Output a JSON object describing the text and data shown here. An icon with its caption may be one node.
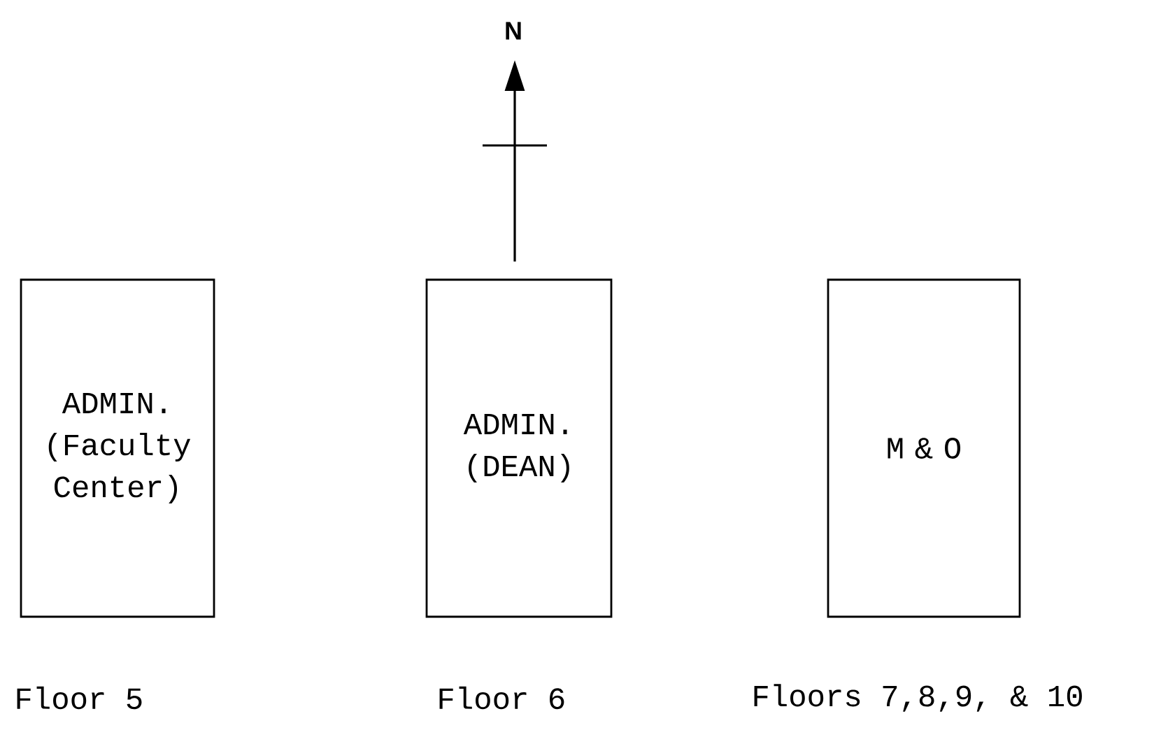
{
  "diagram": {
    "nodes": [
      {
        "text": [
          "ADMIN.",
          "(Faculty Center)"
        ],
        "beside": [
          "Floor 5"
        ]
      },
      {
        "text": [
          "ADMIN.",
          "(DEAN)"
        ],
        "beside": [
          "Floor 6"
        ]
      },
      {
        "text": [
          "M & O"
        ],
        "beside": [
          "Floors 7,8,9, & 10"
        ]
      }
    ],
    "labels": [
      "N"
    ]
  }
}
